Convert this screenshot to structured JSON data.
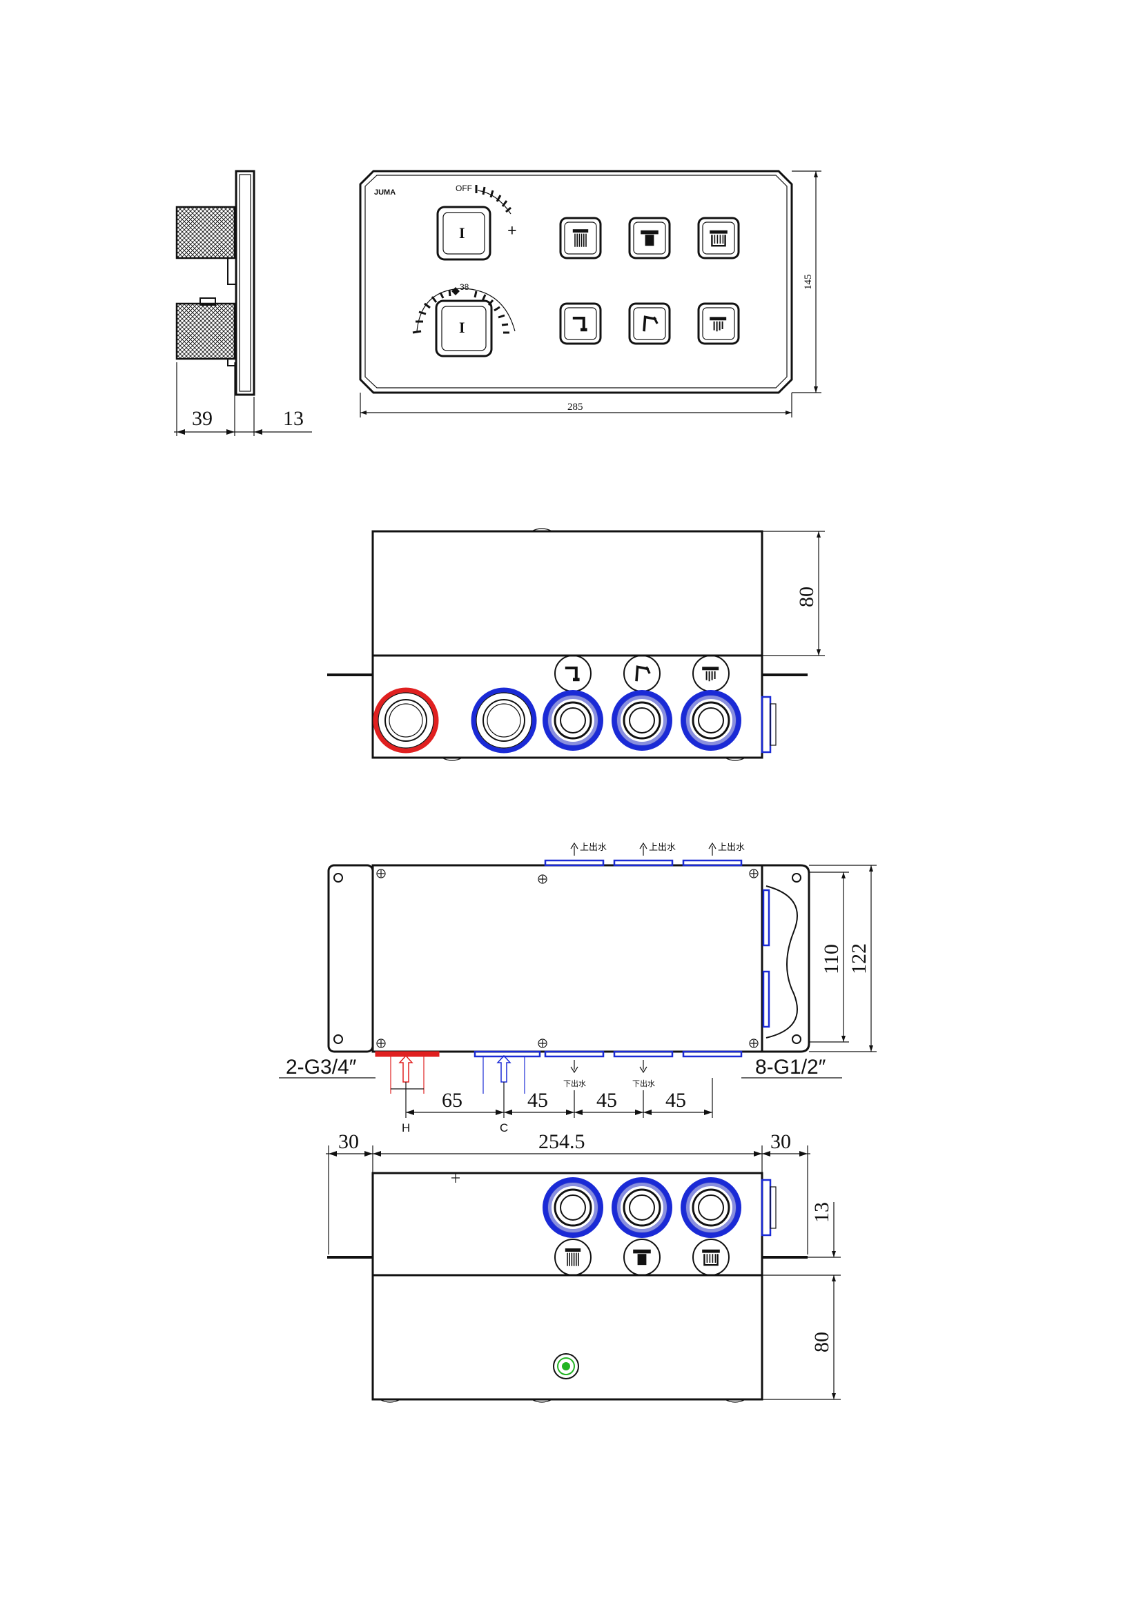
{
  "front_view": {
    "brand": "JUMA",
    "dial_top_label": "OFF",
    "dial_plus": "+",
    "dial_bottom_label": "38",
    "button_glyph": "I",
    "width_dim": "285",
    "height_dim": "145"
  },
  "side_view": {
    "depth_dim": "39",
    "plate_dim": "13"
  },
  "top_view": {
    "height_dim": "80"
  },
  "plan_view": {
    "outlet_up_label": "上出水",
    "outlet_down_label": "下出水",
    "hot_cold_thread": "2-G3/4″",
    "outlet_thread": "8-G1/2″",
    "hot_label": "H",
    "cold_label": "C",
    "dim_110": "110",
    "dim_122": "122",
    "dim_65": "65",
    "dim_45": "45"
  },
  "bottom_view": {
    "left_dim": "30",
    "length_dim": "254.5",
    "right_dim": "30",
    "offset_dim": "13",
    "height_dim": "80"
  },
  "colors": {
    "line": "#111111",
    "hot": "#e02020",
    "cold": "#1a2ad6",
    "indicator": "#22b422"
  }
}
